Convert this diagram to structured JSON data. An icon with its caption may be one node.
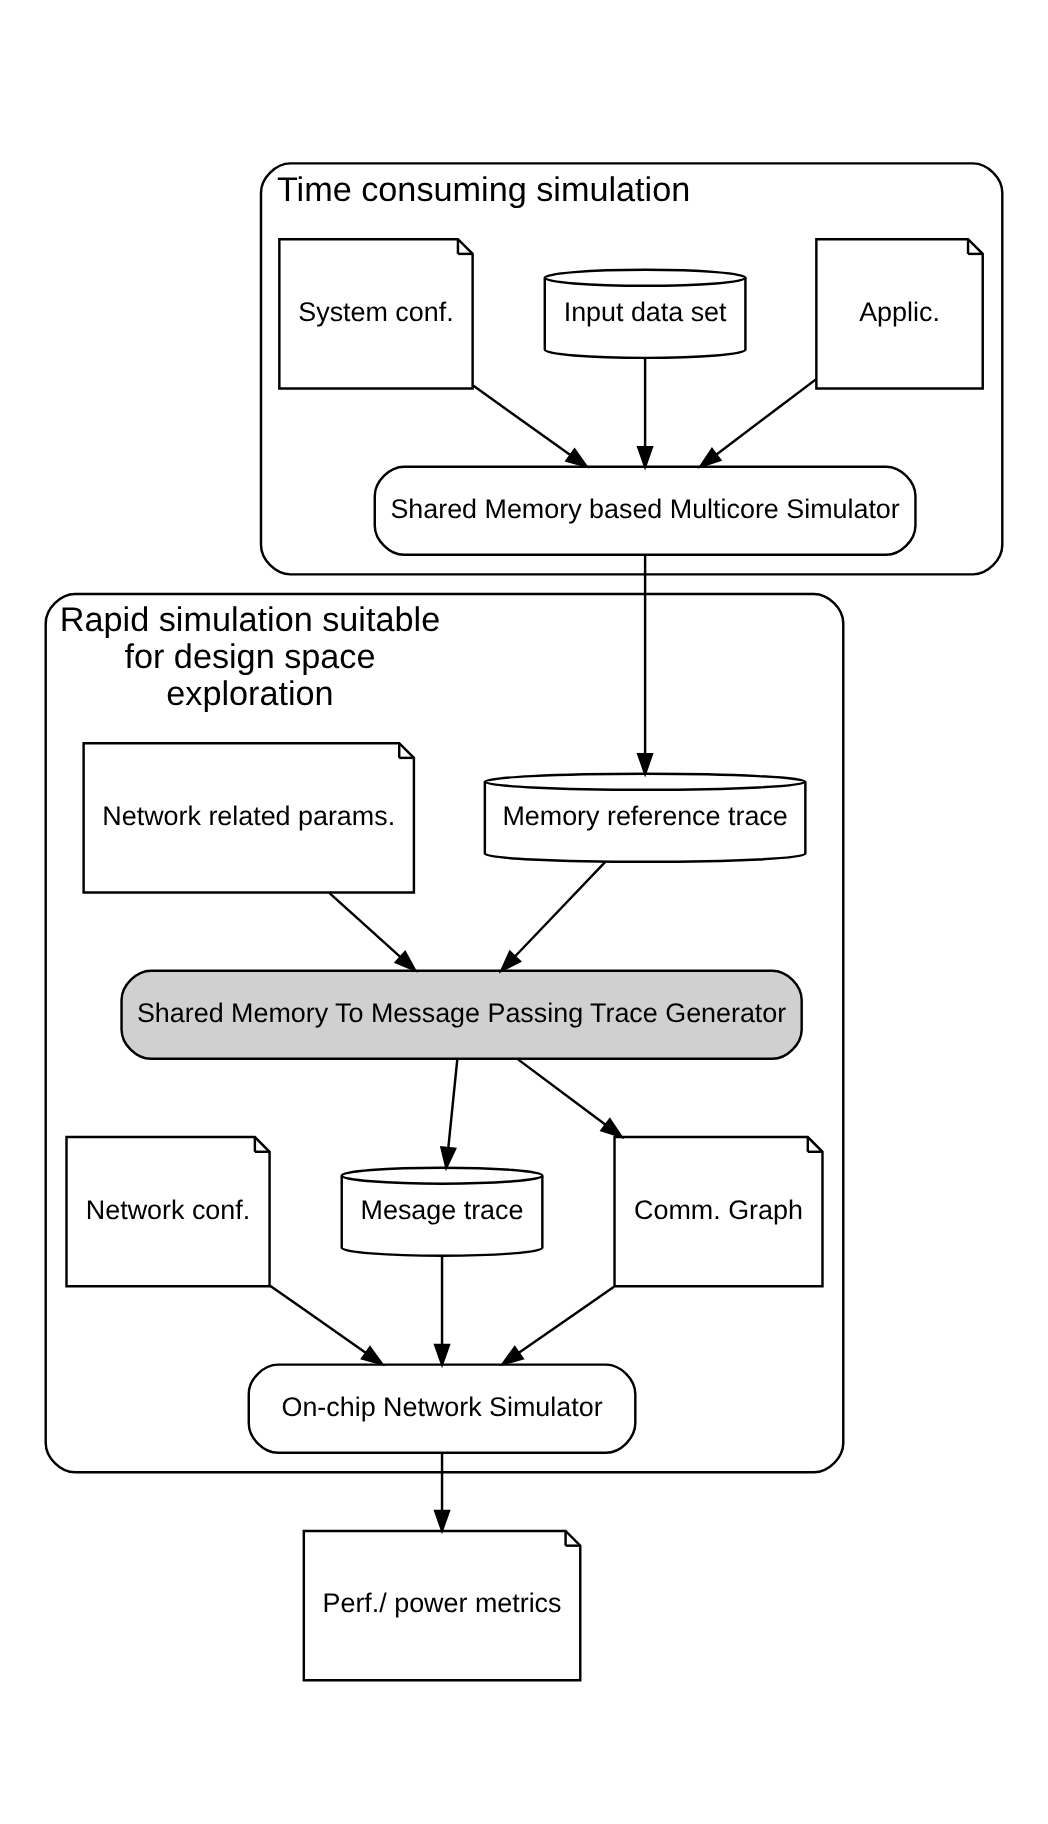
{
  "diagram": {
    "nodes": [
      {
        "text": [
          "Time consuming simulation"
        ]
      },
      {
        "text": [
          "Applic."
        ],
        "in": 0
      },
      {
        "text": [
          "Input data set"
        ],
        "in": 0
      },
      {
        "text": [
          "System conf."
        ],
        "in": 0
      },
      {
        "text": [
          "Shared Memory based Multicore Simulator"
        ],
        "in": 0
      },
      {
        "text": [
          "Rapid simulation suitable for design space exploration"
        ]
      },
      {
        "text": [
          "Memory reference trace"
        ],
        "in": 5
      },
      {
        "text": [
          "Network related params."
        ],
        "in": 5
      },
      {
        "text": [
          "Shared Memory To Message Passing Trace Generator"
        ],
        "in": 5
      },
      {
        "text": [
          "Mesage trace"
        ],
        "in": 5
      },
      {
        "text": [
          "Comm. Graph"
        ],
        "in": 5
      },
      {
        "text": [
          "Network conf."
        ],
        "in": 5
      },
      {
        "text": [
          "On-chip Network Simulator"
        ],
        "in": 5
      },
      {
        "text": [
          "Perf./ power metrics"
        ]
      }
    ],
    "edges": [
      {
        "from": 1,
        "to": 4,
        "arrow": "to"
      },
      {
        "from": 2,
        "to": 4,
        "arrow": "to"
      },
      {
        "from": 3,
        "to": 4,
        "arrow": "to"
      },
      {
        "from": 4,
        "to": 6,
        "arrow": "to"
      },
      {
        "from": 6,
        "to": 8,
        "arrow": "to"
      },
      {
        "from": 7,
        "to": 8,
        "arrow": "to"
      },
      {
        "from": 8,
        "to": 9,
        "arrow": "to"
      },
      {
        "from": 8,
        "to": 10,
        "arrow": "to"
      },
      {
        "from": 9,
        "to": 12,
        "arrow": "to"
      },
      {
        "from": 10,
        "to": 12,
        "arrow": "to"
      },
      {
        "from": 11,
        "to": 12,
        "arrow": "to"
      },
      {
        "from": 12,
        "to": 13,
        "arrow": "to"
      }
    ]
  }
}
